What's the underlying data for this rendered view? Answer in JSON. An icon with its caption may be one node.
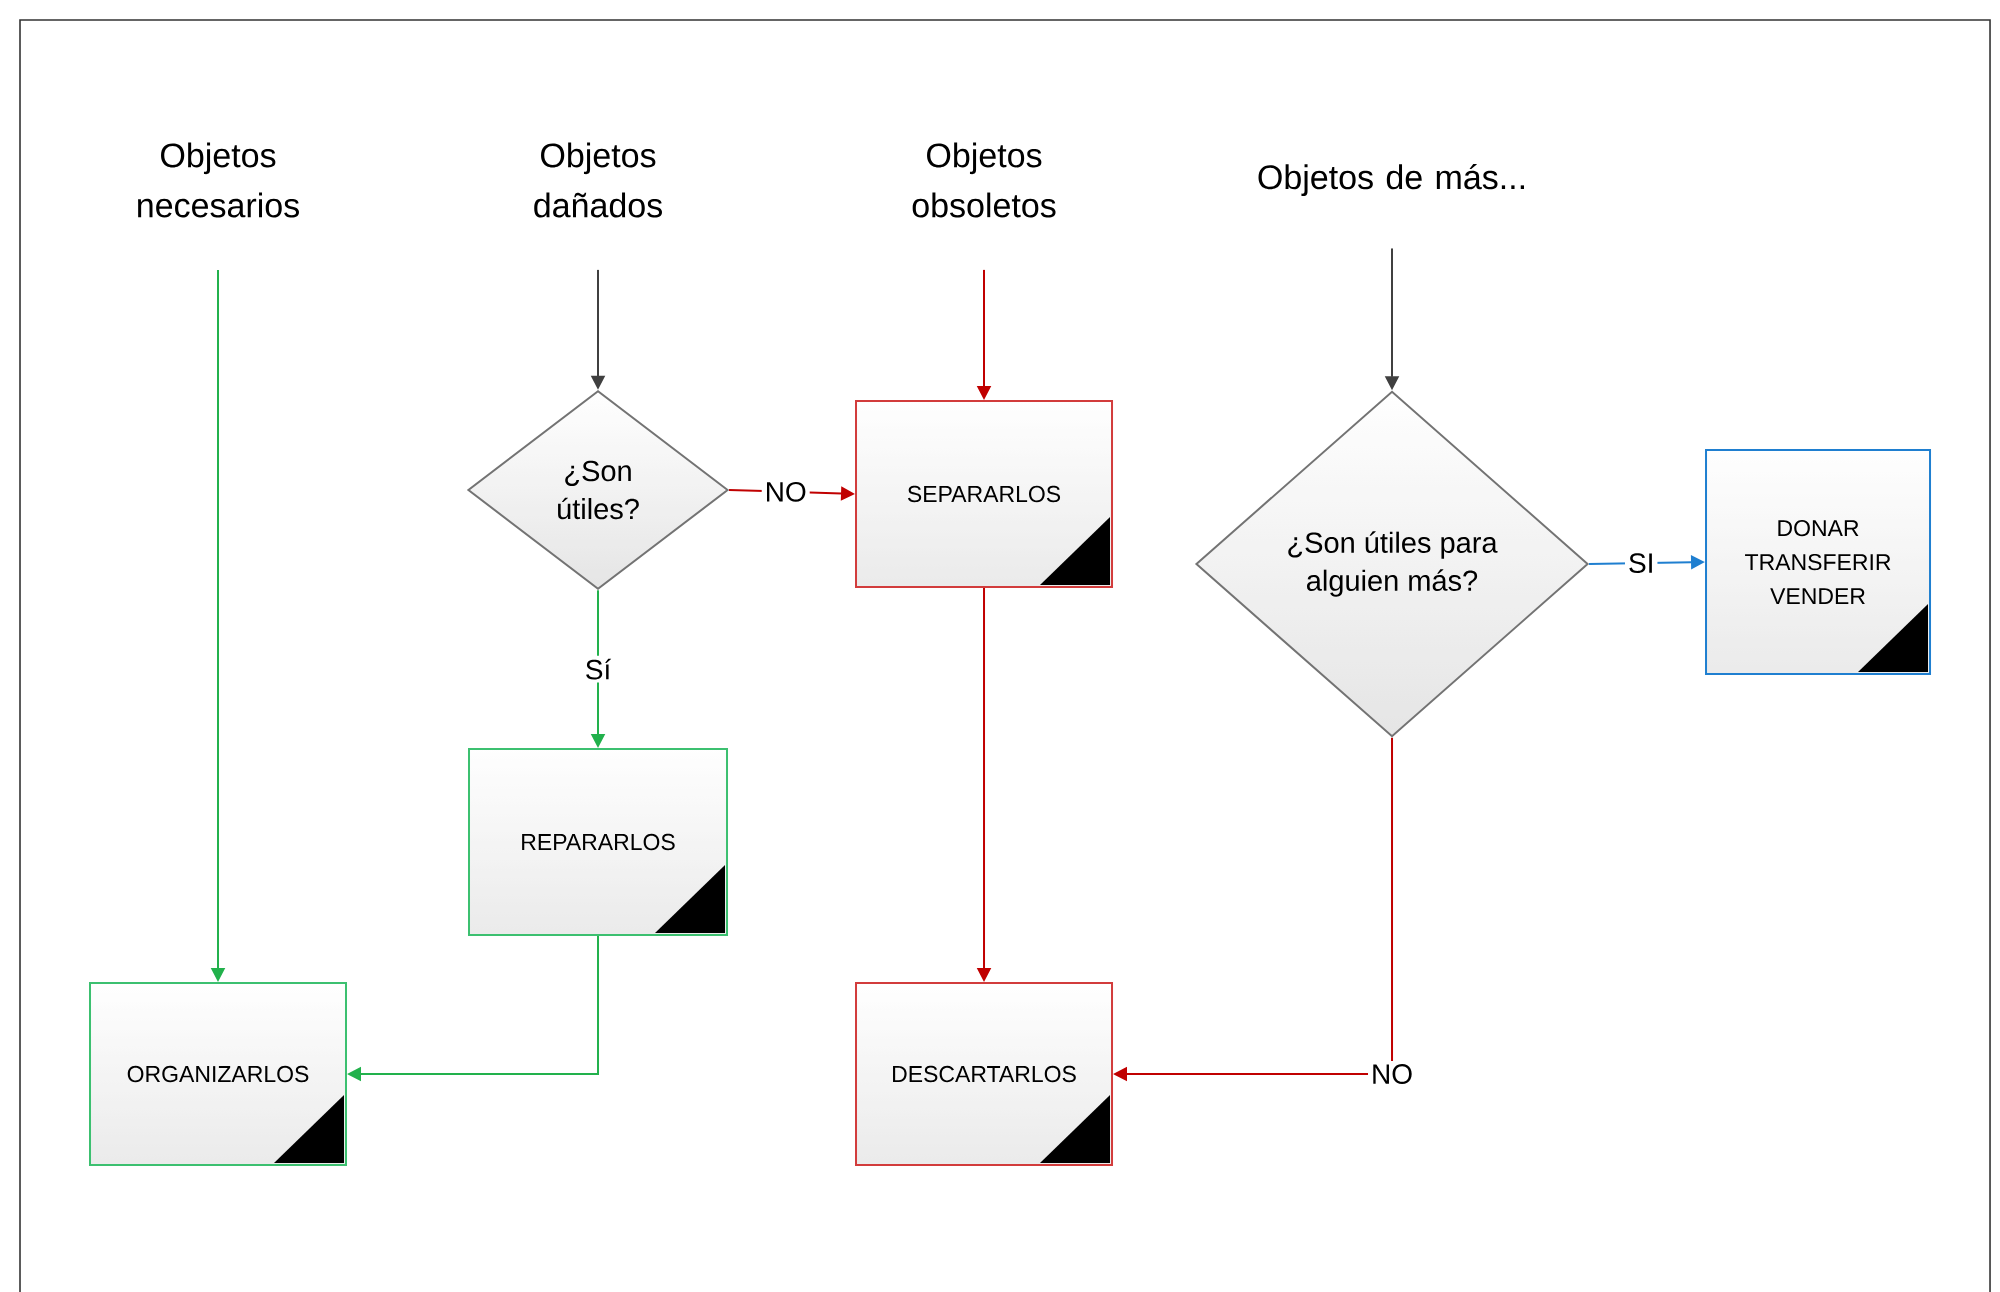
{
  "diagram": {
    "nodes": [
      {
        "text": [
          "Objetos necesarios"
        ]
      },
      {
        "text": [
          "Objetos dañados"
        ]
      },
      {
        "text": [
          "Objetos obsoletos"
        ]
      },
      {
        "text": [
          "Objetos de más..."
        ]
      },
      {
        "text": [
          "¿Son útiles?"
        ]
      },
      {
        "text": [
          "SEPARARLOS"
        ]
      },
      {
        "text": [
          "REPARARLOS"
        ]
      },
      {
        "text": [
          "ORGANIZARLOS"
        ]
      },
      {
        "text": [
          "DESCARTARLOS"
        ]
      },
      {
        "text": [
          "¿Son útiles para alguien más?"
        ]
      },
      {
        "text": [
          "DONAR TRANSFERIR VENDER"
        ]
      }
    ],
    "edges": [
      {
        "from": 0,
        "to": 7,
        "arrow": "to",
        "color": "#22b14c"
      },
      {
        "from": 1,
        "to": 4,
        "arrow": "to",
        "color": "#404040"
      },
      {
        "from": 2,
        "to": 5,
        "arrow": "to"
      },
      {
        "from": 3,
        "to": 9,
        "arrow": "to",
        "color": "#404040"
      },
      {
        "from": 4,
        "to": 5,
        "arrow": "to",
        "label": "NO"
      },
      {
        "from": 4,
        "to": 6,
        "arrow": "to",
        "label": "Sí",
        "color": "#22b14c"
      },
      {
        "from": 6,
        "to": 7,
        "arrow": "to",
        "color": "#22b14c"
      },
      {
        "from": 5,
        "to": 8,
        "arrow": "to"
      },
      {
        "from": 9,
        "to": 10,
        "arrow": "to",
        "label": "SI",
        "color": "#1f7fd0"
      },
      {
        "from": 9,
        "to": 8,
        "arrow": "to",
        "label": "NO"
      }
    ]
  }
}
